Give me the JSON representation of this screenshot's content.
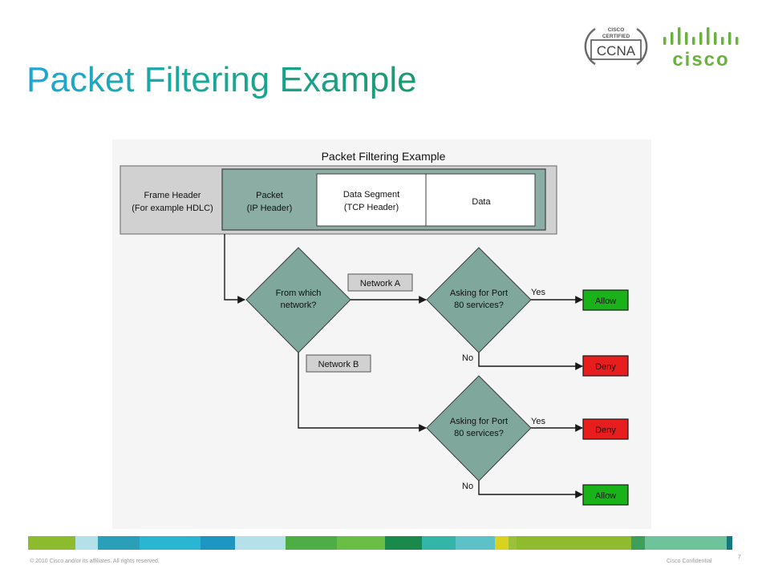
{
  "slide": {
    "title": "Packet Filtering Example",
    "copyright": "© 2010 Cisco and/or its affiliates. All rights reserved.",
    "confidential": "Cisco Confidential",
    "page_number": "7"
  },
  "logos": {
    "ccna_top": "CISCO",
    "ccna_mid": "CERTIFIED",
    "ccna_main": "CCNA",
    "cisco_word": "cisco"
  },
  "diagram": {
    "title": "Packet Filtering Example",
    "frame_header_1": "Frame Header",
    "frame_header_2": "(For example HDLC)",
    "packet_1": "Packet",
    "packet_2": "(IP Header)",
    "segment_1": "Data Segment",
    "segment_2": "(TCP Header)",
    "data": "Data",
    "decision_network_1": "From which",
    "decision_network_2": "network?",
    "network_a": "Network A",
    "network_b": "Network B",
    "port_a_1": "Asking for Port",
    "port_a_2": "80 services?",
    "port_b_1": "Asking for Port",
    "port_b_2": "80 services?",
    "yes_a": "Yes",
    "no_a": "No",
    "yes_b": "Yes",
    "no_b": "No",
    "result_a_yes": "Allow",
    "result_a_no": "Deny",
    "result_b_yes": "Deny",
    "result_b_no": "Allow"
  },
  "colors": {
    "allow": "#19b319",
    "deny": "#e81d1d",
    "diamond": "#7fa79c",
    "packet_bg": "#8bada4",
    "header_bg": "#d1d1d1",
    "title_gradient_start": "#1fa7d6",
    "title_gradient_end": "#1a9a72",
    "cisco_green": "#6ab23e"
  }
}
